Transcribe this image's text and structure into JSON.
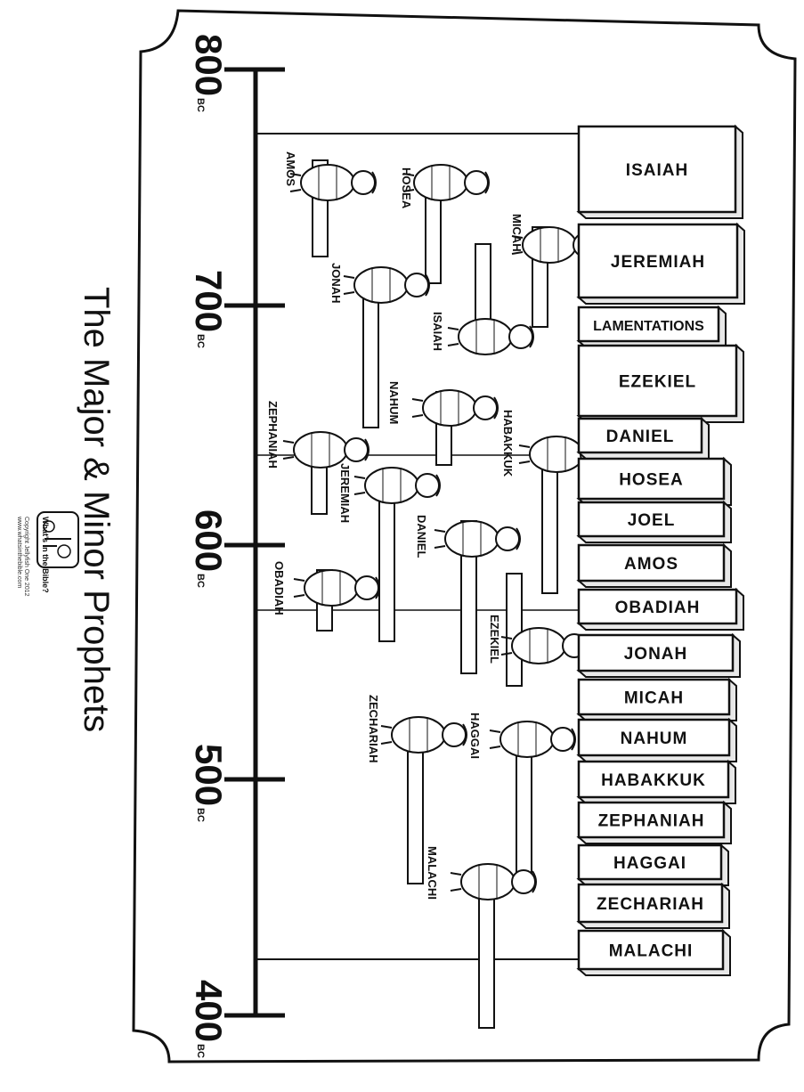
{
  "title": "The Major & Minor Prophets",
  "timeline": {
    "ticks": [
      {
        "year": "800",
        "era": "BC"
      },
      {
        "year": "700",
        "era": "BC"
      },
      {
        "year": "600",
        "era": "BC"
      },
      {
        "year": "500",
        "era": "BC"
      },
      {
        "year": "400",
        "era": "BC"
      }
    ]
  },
  "books": [
    "ISAIAH",
    "JEREMIAH",
    "LAMENTATIONS",
    "EZEKIEL",
    "DANIEL",
    "HOSEA",
    "JOEL",
    "AMOS",
    "OBADIAH",
    "JONAH",
    "MICAH",
    "NAHUM",
    "HABAKKUK",
    "ZEPHANIAH",
    "HAGGAI",
    "ZECHARIAH",
    "MALACHI"
  ],
  "prophets": [
    {
      "name": "AMOS"
    },
    {
      "name": "HOSEA"
    },
    {
      "name": "MICAH"
    },
    {
      "name": "JONAH"
    },
    {
      "name": "ISAIAH"
    },
    {
      "name": "NAHUM"
    },
    {
      "name": "HABAKKUK"
    },
    {
      "name": "ZEPHANIAH"
    },
    {
      "name": "JEREMIAH"
    },
    {
      "name": "DANIEL"
    },
    {
      "name": "OBADIAH"
    },
    {
      "name": "EZEKIEL"
    },
    {
      "name": "ZECHARIAH"
    },
    {
      "name": "HAGGAI"
    },
    {
      "name": "MALACHI"
    }
  ],
  "logo": {
    "name": "What's in the Bible?",
    "credit_lines": [
      "Copyright Jellyfish One 2012",
      "www.whatsinthebible.com"
    ]
  },
  "colors": {
    "ink": "#111111",
    "paper": "#ffffff",
    "shadow": "#e8e8e8"
  }
}
